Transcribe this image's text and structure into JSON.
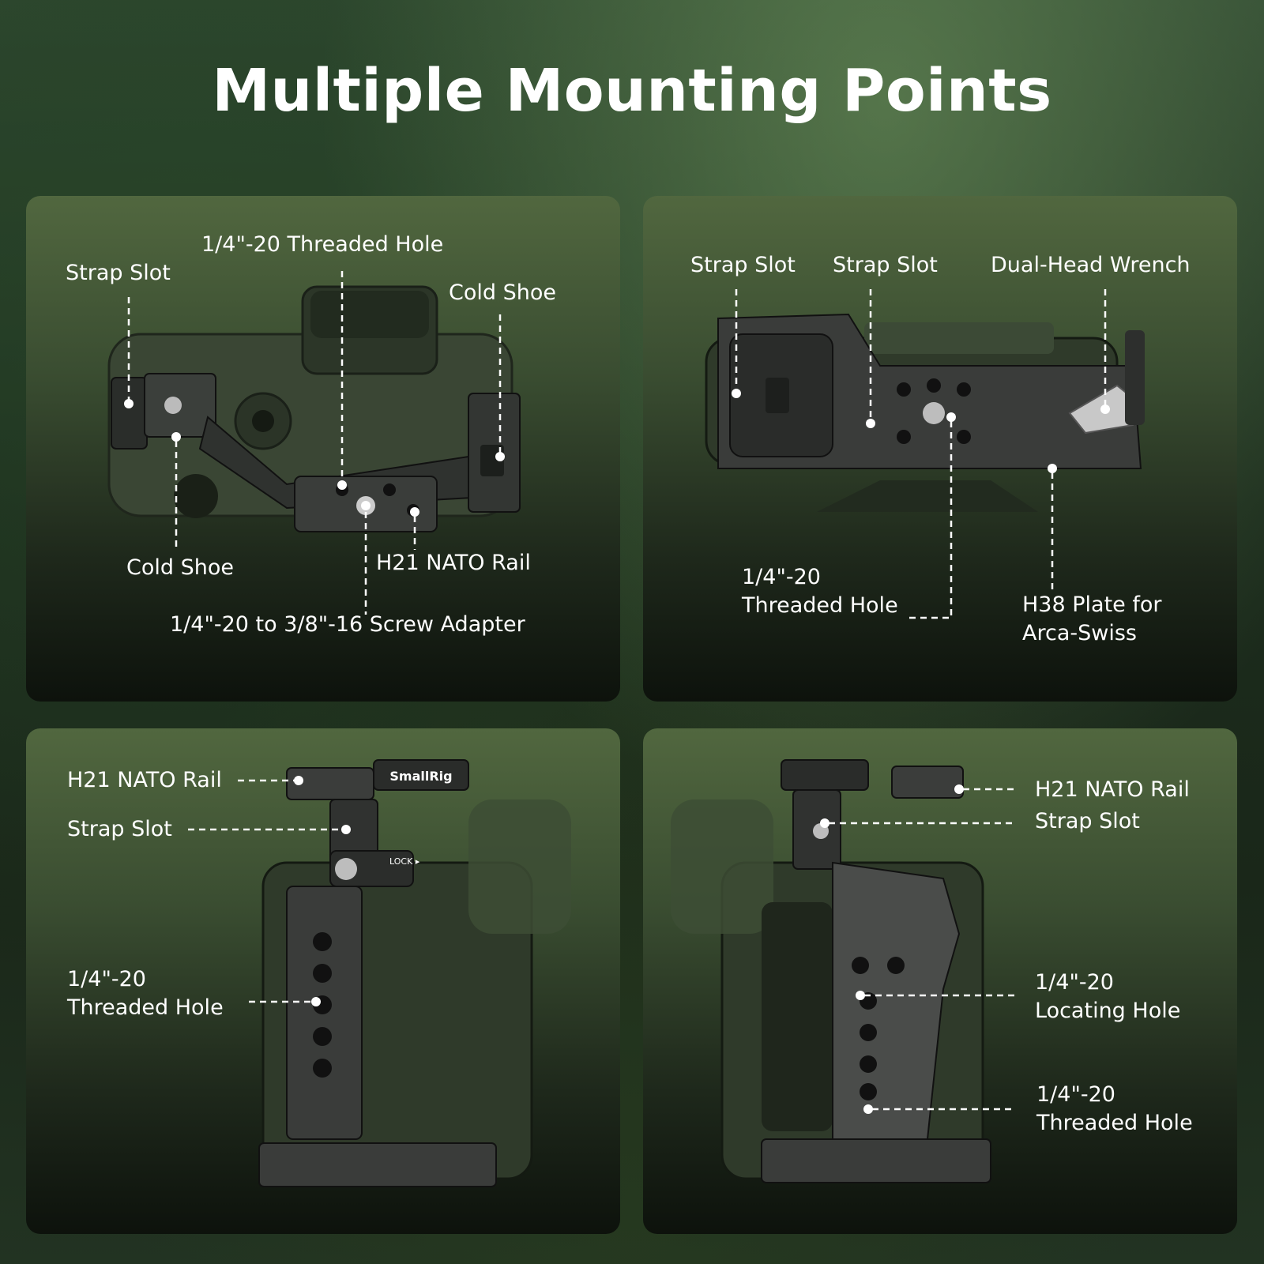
{
  "title": "Multiple Mounting Points",
  "panels": [
    {
      "labels": {
        "strap_slot": "Strap Slot",
        "threaded_hole": "1/4\"-20 Threaded Hole",
        "cold_shoe_right": "Cold Shoe",
        "cold_shoe_left": "Cold Shoe",
        "nato_rail": "H21 NATO Rail",
        "screw_adapter": "1/4\"-20 to 3/8\"-16 Screw Adapter"
      }
    },
    {
      "labels": {
        "strap_slot_1": "Strap Slot",
        "strap_slot_2": "Strap Slot",
        "wrench": "Dual-Head Wrench",
        "threaded_hole": "1/4\"-20 Threaded Hole",
        "h38_plate": "H38 Plate for Arca-Swiss"
      }
    },
    {
      "labels": {
        "nato_rail": "H21 NATO Rail",
        "strap_slot": "Strap Slot",
        "threaded_hole": "1/4\"-20 Threaded Hole",
        "brand": "SmallRig",
        "lock": "LOCK ▸"
      }
    },
    {
      "labels": {
        "nato_rail": "H21 NATO Rail",
        "strap_slot": "Strap Slot",
        "locating_hole": "1/4\"-20 Locating Hole",
        "threaded_hole": "1/4\"-20 Threaded Hole"
      }
    }
  ]
}
